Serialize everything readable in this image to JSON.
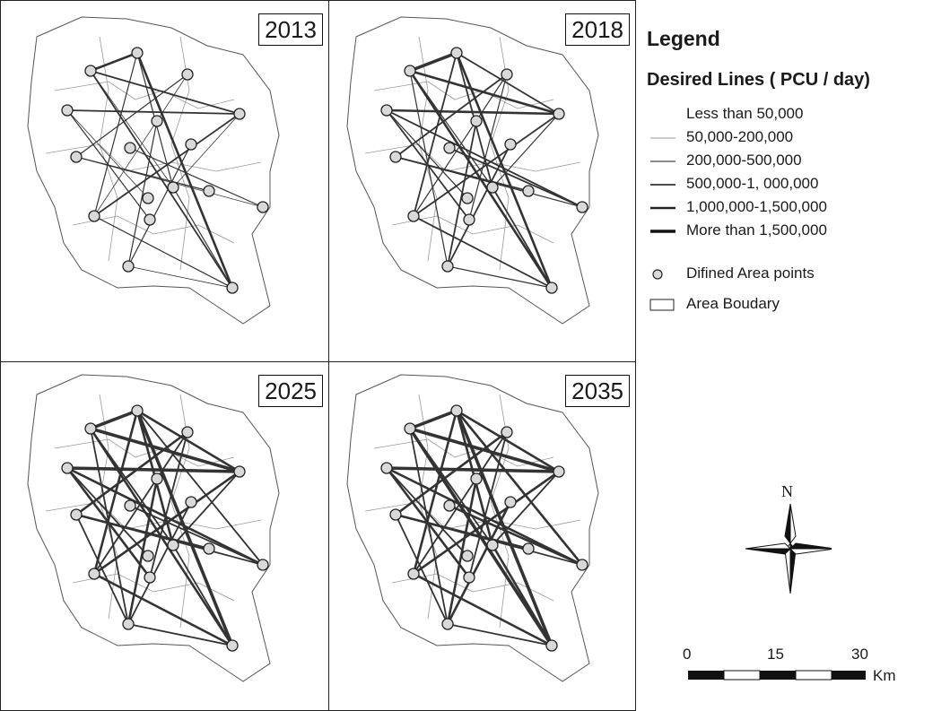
{
  "panels": [
    {
      "year": "2013",
      "intensity": 0
    },
    {
      "year": "2018",
      "intensity": 1
    },
    {
      "year": "2025",
      "intensity": 2
    },
    {
      "year": "2035",
      "intensity": 2
    }
  ],
  "legend": {
    "title": "Legend",
    "subtitle": "Desired Lines ( PCU / day)",
    "classes": [
      {
        "label": "Less than 50,000",
        "weight": 0
      },
      {
        "label": "50,000-200,000",
        "weight": 1
      },
      {
        "label": "200,000-500,000",
        "weight": 2
      },
      {
        "label": "500,000-1, 000,000",
        "weight": 3
      },
      {
        "label": "1,000,000-1,500,000",
        "weight": 4
      },
      {
        "label": "More than 1,500,000",
        "weight": 5
      }
    ],
    "points_label": "Difined Area points",
    "boundary_label": "Area Boudary"
  },
  "north": "N",
  "scale": {
    "ticks": [
      "0",
      "15",
      "30"
    ],
    "unit": "Km"
  },
  "colors": {
    "line": "#333333",
    "boundary": "#555555",
    "node_fill": "#d9d9d9"
  }
}
